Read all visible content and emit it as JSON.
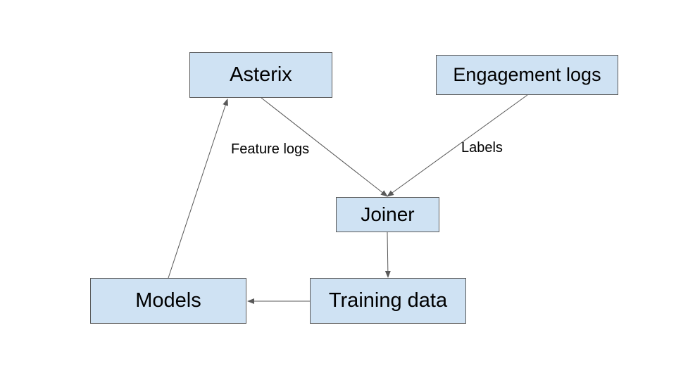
{
  "nodes": {
    "asterix": "Asterix",
    "engagement_logs": "Engagement logs",
    "joiner": "Joiner",
    "training_data": "Training data",
    "models": "Models"
  },
  "edges": [
    {
      "from": "asterix",
      "to": "joiner",
      "label": "Feature logs"
    },
    {
      "from": "engagement_logs",
      "to": "joiner",
      "label": "Labels"
    },
    {
      "from": "joiner",
      "to": "training_data",
      "label": ""
    },
    {
      "from": "training_data",
      "to": "models",
      "label": ""
    },
    {
      "from": "models",
      "to": "asterix",
      "label": ""
    }
  ],
  "colors": {
    "box_fill": "#cfe2f3",
    "box_border": "#595959",
    "arrow": "#595959"
  }
}
